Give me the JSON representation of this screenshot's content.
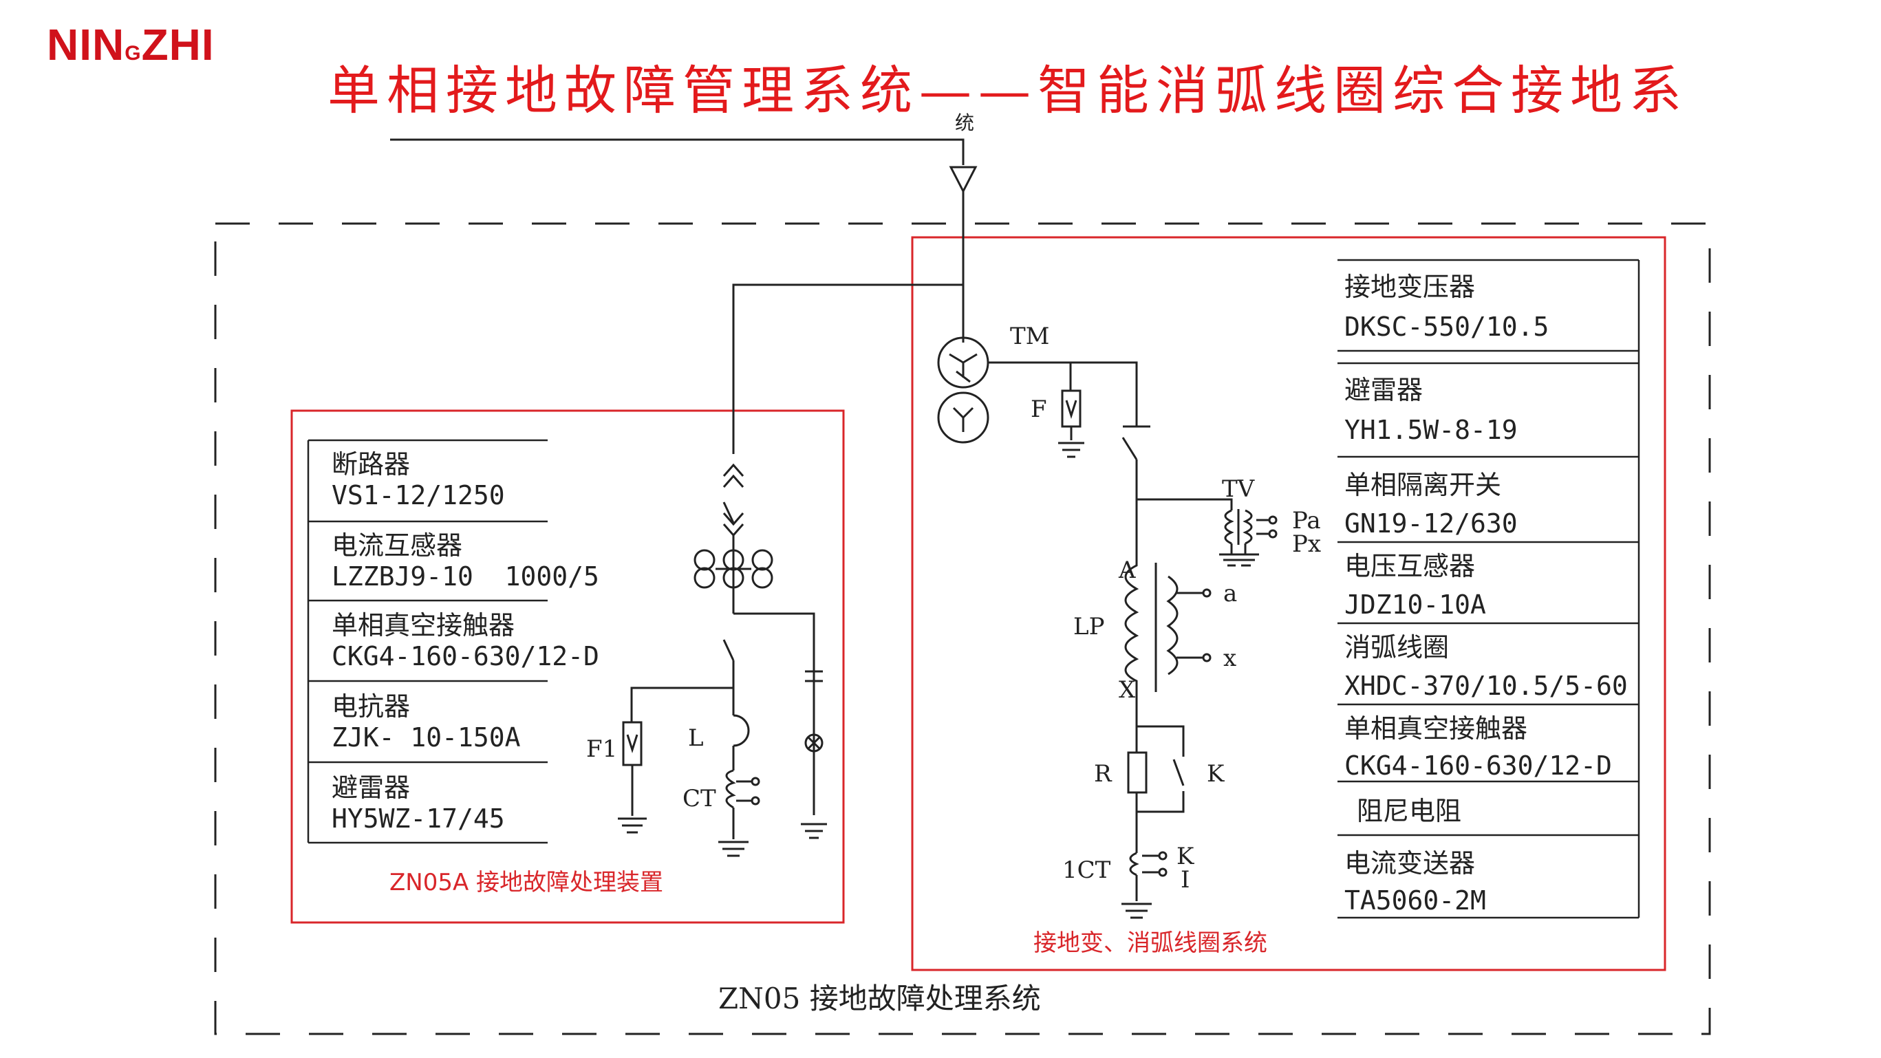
{
  "brand": {
    "logo": "NINGZHI",
    "logo_parts": [
      "NIN",
      "G",
      "ZHI"
    ],
    "title": "单相接地故障管理系统——智能消弧线圈综合接地系",
    "title_tail": "统"
  },
  "colors": {
    "brand": "#d0121b",
    "title": "#e31a1c",
    "frame": "#d9262a",
    "line": "#222222"
  },
  "system_caption": "ZN05 接地故障处理系统",
  "left_panel": {
    "caption": "ZN05A 接地故障处理装置",
    "items": [
      {
        "name": "断路器",
        "model": "VS1-12/1250"
      },
      {
        "name": "电流互感器",
        "model": "LZZBJ9-10  1000/5"
      },
      {
        "name": "单相真空接触器",
        "model": "CKG4-160-630/12-D"
      },
      {
        "name": "电抗器",
        "model": "ZJK- 10-150A"
      },
      {
        "name": "避雷器",
        "model": "HY5WZ-17/45"
      }
    ],
    "labels": {
      "f1": "F1",
      "l": "L",
      "ct": "CT"
    }
  },
  "right_panel": {
    "caption": "接地变、消弧线圈系统",
    "items": [
      {
        "name": "接地变压器",
        "model": "DKSC-550/10.5"
      },
      {
        "name": "避雷器",
        "model": "YH1.5W-8-19"
      },
      {
        "name": "单相隔离开关",
        "model": "GN19-12/630"
      },
      {
        "name": "电压互感器",
        "model": "JDZ10-10A"
      },
      {
        "name": "消弧线圈",
        "model": "XHDC-370/10.5/5-60"
      },
      {
        "name": "单相真空接触器",
        "model": "CKG4-160-630/12-D"
      },
      {
        "name": "阻尼电阻",
        "model": ""
      },
      {
        "name": "电流变送器",
        "model": "TA5060-2M"
      }
    ],
    "labels": {
      "tm": "TM",
      "f": "F",
      "tv": "TV",
      "pa": "Pa",
      "px": "Px",
      "a_upper": "A",
      "x_upper": "X",
      "lp": "LP",
      "a_lower": "a",
      "x_lower": "x",
      "r": "R",
      "k": "K",
      "ct1": "1CT",
      "k2": "K",
      "i": "I"
    }
  }
}
